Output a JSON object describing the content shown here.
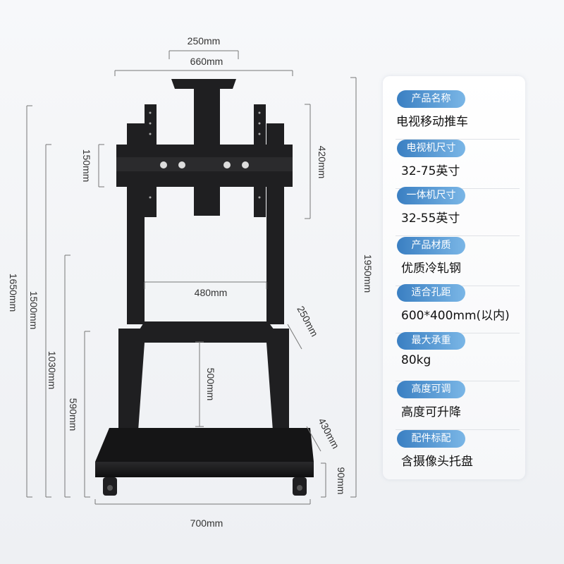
{
  "dimensions": {
    "top_plate_width": "250mm",
    "bracket_width": "660mm",
    "bracket_height": "150mm",
    "arm_height": "420mm",
    "total_height": "1950mm",
    "max_height": "1650mm",
    "min_height": "1500mm",
    "tray_height": "1030mm",
    "frame_height": "590mm",
    "column_spacing": "480mm",
    "tray_depth": "250mm",
    "frame_inner_height": "500mm",
    "base_depth": "430mm",
    "base_height": "90mm",
    "base_width": "700mm"
  },
  "specs": [
    {
      "label": "产品名称",
      "value": "电视移动推车"
    },
    {
      "label": "电视机尺寸",
      "value": "32-75英寸"
    },
    {
      "label": "一体机尺寸",
      "value": "32-55英寸"
    },
    {
      "label": "产品材质",
      "value": "优质冷轧钢"
    },
    {
      "label": "适合孔距",
      "value": "600*400mm(以内)"
    },
    {
      "label": "最大承重",
      "value": "80kg"
    },
    {
      "label": "高度可调",
      "value": "高度可升降"
    },
    {
      "label": "配件标配",
      "value": "含摄像头托盘"
    }
  ],
  "colors": {
    "badge_start": "#3a7fc2",
    "badge_end": "#7ab6e6",
    "steel": "#1f1f21"
  }
}
